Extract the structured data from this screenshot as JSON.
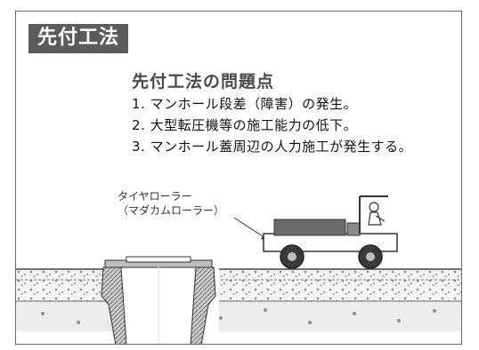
{
  "slide": {
    "title": "先付工法",
    "problems_heading": "先付工法の問題点",
    "problems": [
      "1. マンホール段差（障害）の発生。",
      "2. 大型転圧機等の施工能力の低下。",
      "3. マンホール蓋周辺の人力施工が発生する。"
    ]
  },
  "diagram": {
    "roller_label_line1": "タイヤローラー",
    "roller_label_line2": "（マダカムローラー）"
  }
}
